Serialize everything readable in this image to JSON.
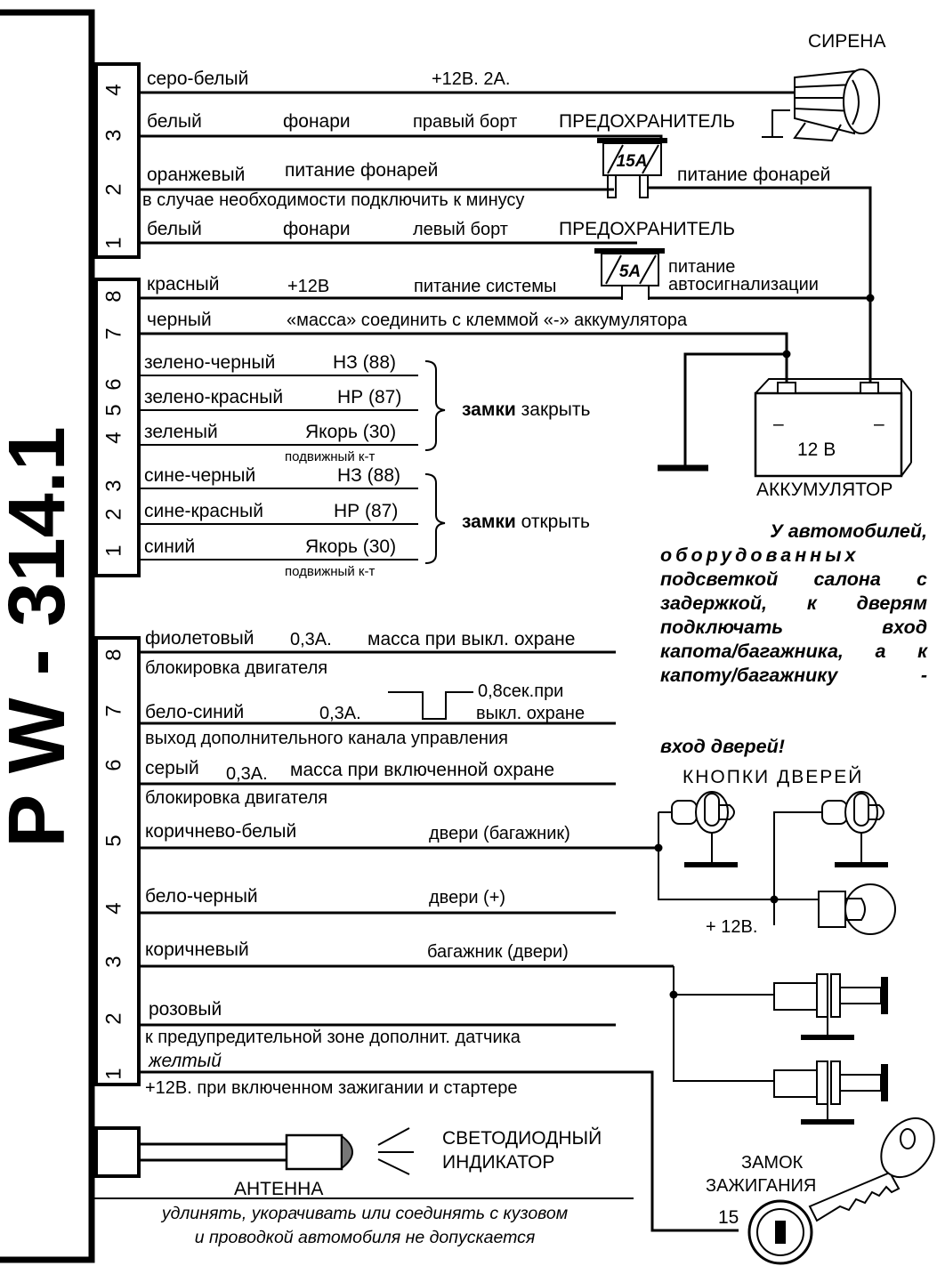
{
  "model": "P W - 314.1",
  "connector1": {
    "pins": [
      "4",
      "3",
      "2",
      "1"
    ],
    "labels": {
      "pin4_color": "серо-белый",
      "pin4_spec": "+12В. 2А.",
      "pin3_color": "белый",
      "pin3_func": "фонари",
      "pin3_side": "правый борт",
      "fuse1_label": "ПРЕДОХРАНИТЕЛЬ",
      "pin2_color": "оранжевый",
      "pin2_func": "питание фонарей",
      "pin2_note": "в случае необходимости подключить к минусу",
      "pin1_color": "белый",
      "pin1_func": "фонари",
      "pin1_side": "левый борт",
      "fuse2_label": "ПРЕДОХРАНИТЕЛЬ"
    }
  },
  "siren": "СИРЕНА",
  "fuse15": {
    "rating": "15A",
    "label": "питание фонарей"
  },
  "fuse5": {
    "rating": "5A",
    "label_line1": "питание",
    "label_line2": "автосигнализации"
  },
  "connector2": {
    "pins": [
      "8",
      "7",
      "6",
      "5",
      "4",
      "3",
      "2",
      "1"
    ],
    "labels": {
      "pin8_color": "красный",
      "pin8_spec": "+12В",
      "pin8_func": "питание системы",
      "pin7_color": "черный",
      "pin7_func": "«масса»  соединить с клеммой «-» аккумулятора",
      "pin6_color": "зелено-черный",
      "pin6_contact": "НЗ (88)",
      "pin5_color": "зелено-красный",
      "pin5_contact": "НР (87)",
      "pin4_color": "зеленый",
      "pin4_contact": "Якорь (30)",
      "moving1": "подвижный к-т",
      "lock_close_bold": "замки",
      "lock_close_rest": " закрыть",
      "pin3_color": "сине-черный",
      "pin3_contact": "НЗ (88)",
      "pin2_color": "сине-красный",
      "pin2_contact": "НР (87)",
      "pin1_color": "синий",
      "pin1_contact": "Якорь (30)",
      "moving2": "подвижный к-т",
      "lock_open_bold": "замки",
      "lock_open_rest": " открыть"
    }
  },
  "battery": {
    "voltage": "12 В",
    "label": "АККУМУЛЯТОР",
    "minus": "–",
    "minus2": "–"
  },
  "note": {
    "lines": [
      "У автомобилей,",
      "оборудованных",
      "подсветкой салона с",
      "задержкой, к дверям",
      "подключать вход",
      "капота/багажника, а к",
      "капоту/багажнику -"
    ],
    "last": "вход дверей!"
  },
  "connector3": {
    "pins": [
      "8",
      "7",
      "6",
      "5",
      "4",
      "3",
      "2",
      "1"
    ],
    "labels": {
      "pin8_color": "фиолетовый",
      "pin8_spec": "0,3А.",
      "pin8_func": "масса при выкл. охране",
      "pin8_note": "блокировка двигателя",
      "pin7_color": "бело-синий",
      "pin7_spec": "0,3А.",
      "pulse_line1": "0,8сек.при",
      "pulse_line2": "выкл. охране",
      "pin7_note": "выход дополнительного канала управления",
      "pin6_color": "серый",
      "pin6_spec": "0,3А.",
      "pin6_func": "масса при включенной охране",
      "pin6_note": "блокировка двигателя",
      "pin5_color": "коричнево-белый",
      "pin5_func": "двери (багажник)",
      "pin4_color": "бело-черный",
      "pin4_func": "двери (+)",
      "pin3_color": "коричневый",
      "pin3_func": "багажник (двери)",
      "pin2_color": "розовый",
      "pin2_note": "к предупредительной зоне дополнит. датчика",
      "pin1_color": "желтый",
      "pin1_func": "+12В. при включенном   зажигании и стартере"
    }
  },
  "door_buttons": "КНОПКИ   ДВЕРЕЙ",
  "lamp_supply": "+ 12В.",
  "led": {
    "line1": "СВЕТОДИОДНЫЙ",
    "line2": "ИНДИКАТОР"
  },
  "antenna": "АНТЕННА",
  "warning": {
    "line1": "удлинять, укорачивать или соединять с кузовом",
    "line2": "и проводкой автомобиля не допускается"
  },
  "ignition": {
    "line1": "ЗАМОК",
    "line2": "ЗАЖИГАНИЯ",
    "terminal": "15"
  }
}
